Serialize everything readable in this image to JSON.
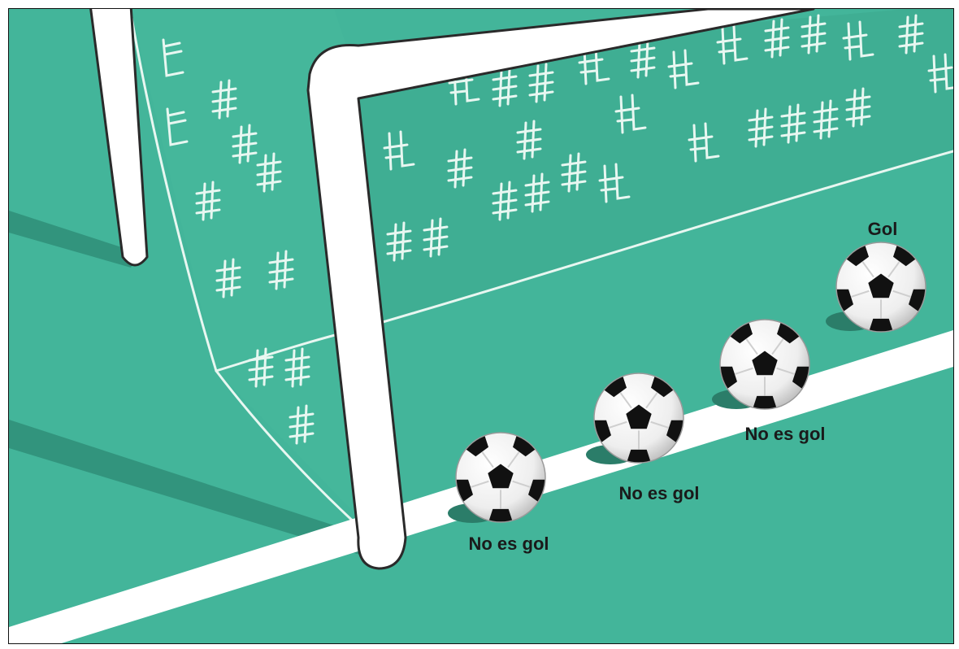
{
  "colors": {
    "field": "#43b59a",
    "field_dark": "#2f8e78",
    "net_back": "#3aa88d",
    "post": "#ffffff",
    "line": "#ffffff",
    "shadow": "#2b7d69",
    "ball_white": "#f7f7f7",
    "ball_black": "#111111"
  },
  "balls": [
    {
      "id": "ball-1",
      "label": "No es gol"
    },
    {
      "id": "ball-2",
      "label": "No es gol"
    },
    {
      "id": "ball-3",
      "label": "No es gol"
    },
    {
      "id": "ball-4",
      "label": "Gol"
    }
  ]
}
